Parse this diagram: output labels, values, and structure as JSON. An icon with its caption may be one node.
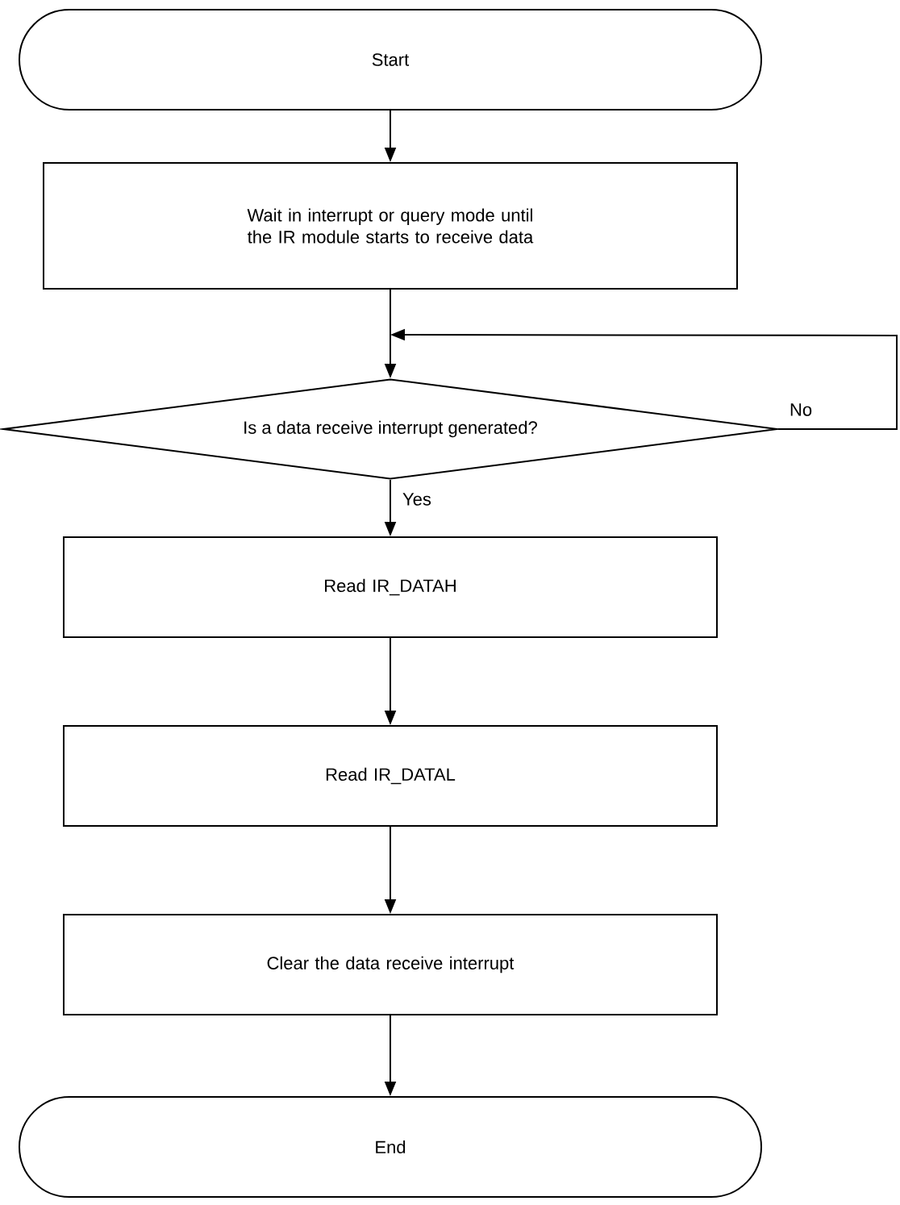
{
  "diagram": {
    "nodes": [
      {
        "text": [
          "Start"
        ]
      },
      {
        "text": [
          "Wait in interrupt or query mode until the IR module starts to receive data"
        ]
      },
      {
        "text": [
          "Is a data receive interrupt generated?"
        ]
      },
      {
        "text": [
          "Read IR_DATAH"
        ]
      },
      {
        "text": [
          "Read IR_DATAL"
        ]
      },
      {
        "text": [
          "Clear the data receive interrupt"
        ]
      },
      {
        "text": [
          "End"
        ]
      }
    ],
    "edges": [
      {
        "from": 0,
        "to": 1,
        "arrow": "to"
      },
      {
        "from": 1,
        "to": 2,
        "arrow": "to"
      },
      {
        "from": 2,
        "to": 3,
        "arrow": "to",
        "label": "Yes"
      },
      {
        "from": 3,
        "to": 4,
        "arrow": "to"
      },
      {
        "from": 4,
        "to": 5,
        "arrow": "to"
      },
      {
        "from": 5,
        "to": 6,
        "arrow": "to"
      },
      {
        "from": 2,
        "to": 2,
        "arrow": "to",
        "label": "No"
      }
    ]
  }
}
